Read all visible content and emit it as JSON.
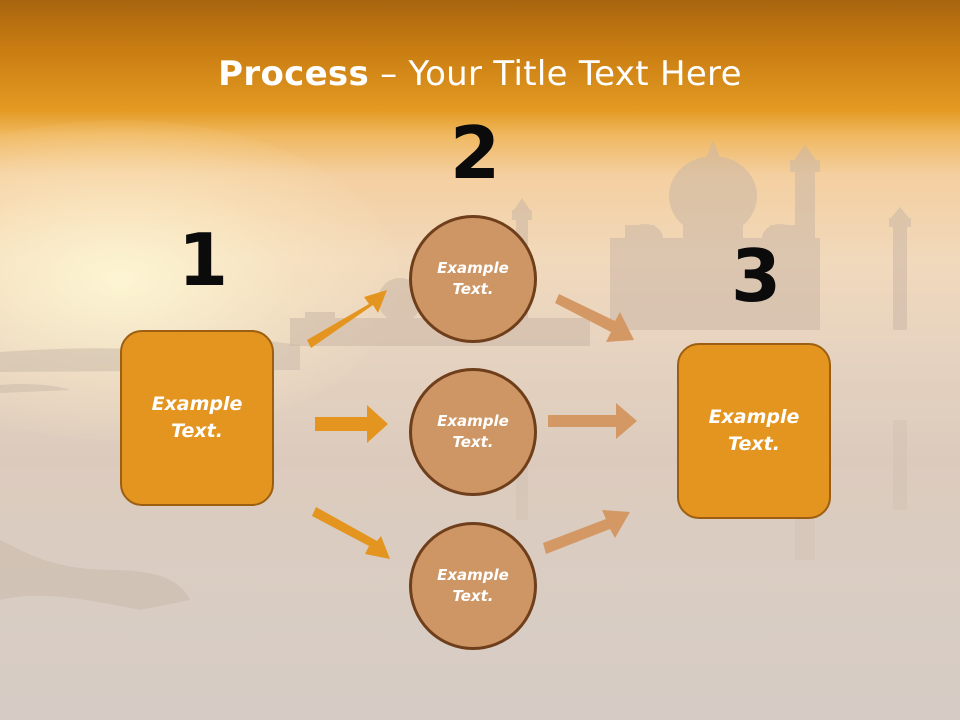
{
  "title": {
    "bold": "Process",
    "rest": " – Your Title Text Here"
  },
  "steps": [
    {
      "number": "1",
      "label_line1": "Example",
      "label_line2": "Text."
    },
    {
      "number": "2"
    },
    {
      "number": "3",
      "label_line1": "Example",
      "label_line2": "Text."
    }
  ],
  "circles": [
    {
      "label_line1": "Example",
      "label_line2": "Text."
    },
    {
      "label_line1": "Example",
      "label_line2": "Text."
    },
    {
      "label_line1": "Example",
      "label_line2": "Text."
    }
  ],
  "colors": {
    "box_fill": "#e39520",
    "circle_fill": "#cd9664",
    "arrow_left": "#e39520",
    "arrow_right": "#d49865"
  }
}
